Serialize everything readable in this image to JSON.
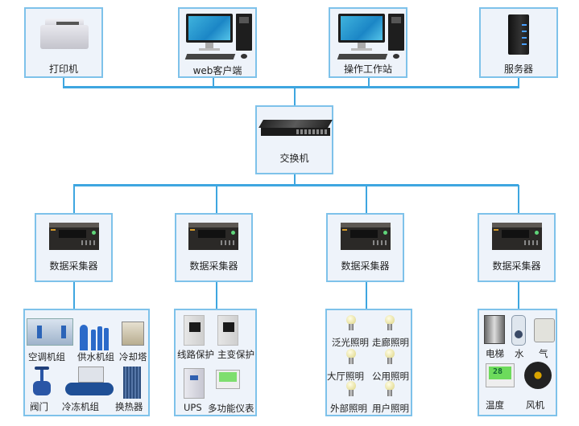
{
  "diagram": {
    "title": "",
    "colors": {
      "line": "#3ea6e0",
      "box_border": "#7ec2ea",
      "box_fill": "#eef3fa"
    },
    "top_tier": [
      {
        "label": "打印机",
        "icon": "printer-icon"
      },
      {
        "label": "web客户端",
        "icon": "desktop-pc-icon"
      },
      {
        "label": "操作工作站",
        "icon": "desktop-pc-icon"
      },
      {
        "label": "服务器",
        "icon": "server-icon"
      }
    ],
    "switch": {
      "label": "交换机",
      "icon": "network-switch-icon"
    },
    "collectors": [
      {
        "label": "数据采集器",
        "icon": "data-collector-icon"
      },
      {
        "label": "数据采集器",
        "icon": "data-collector-icon"
      },
      {
        "label": "数据采集器",
        "icon": "data-collector-icon"
      },
      {
        "label": "数据采集器",
        "icon": "data-collector-icon"
      }
    ],
    "groups": [
      {
        "name": "hvac",
        "items": [
          {
            "label": "空调机组",
            "icon": "air-handling-unit-icon"
          },
          {
            "label": "供水机组",
            "icon": "water-supply-pump-icon"
          },
          {
            "label": "冷却塔",
            "icon": "cooling-tower-icon"
          },
          {
            "label": "阀门",
            "icon": "valve-icon"
          },
          {
            "label": "冷冻机组",
            "icon": "chiller-icon"
          },
          {
            "label": "换热器",
            "icon": "heat-exchanger-icon"
          }
        ]
      },
      {
        "name": "power",
        "items": [
          {
            "label": "线路保护",
            "icon": "line-protection-relay-icon"
          },
          {
            "label": "主变保护",
            "icon": "transformer-protection-relay-icon"
          },
          {
            "label": "UPS",
            "icon": "ups-icon"
          },
          {
            "label": "多功能仪表",
            "icon": "multifunction-meter-icon"
          }
        ]
      },
      {
        "name": "lighting",
        "items": [
          {
            "label": "泛光照明",
            "icon": "light-bulb-icon"
          },
          {
            "label": "走廊照明",
            "icon": "light-bulb-icon"
          },
          {
            "label": "大厅照明",
            "icon": "light-bulb-icon"
          },
          {
            "label": "公用照明",
            "icon": "light-bulb-icon"
          },
          {
            "label": "外部照明",
            "icon": "light-bulb-icon"
          },
          {
            "label": "用户照明",
            "icon": "light-bulb-icon"
          }
        ]
      },
      {
        "name": "utilities",
        "items": [
          {
            "label": "电梯",
            "icon": "elevator-icon"
          },
          {
            "label": "水",
            "icon": "water-meter-icon"
          },
          {
            "label": "气",
            "icon": "gas-meter-icon"
          },
          {
            "label": "温度",
            "icon": "thermostat-icon"
          },
          {
            "label": "风机",
            "icon": "fan-icon"
          }
        ]
      }
    ],
    "thermo_readout": "28"
  }
}
